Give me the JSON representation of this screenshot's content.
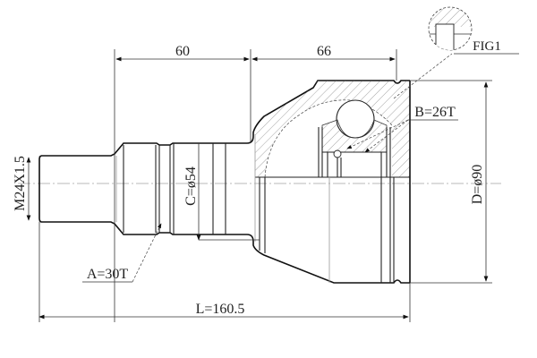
{
  "drawing": {
    "title": "CV joint outer dimension drawing",
    "detail_label": "FIG1",
    "dimensions": {
      "stem_length": "60",
      "bell_length": "66",
      "thread": "M24X1.5",
      "collar_diameter": "C=ø54",
      "outer_diameter": "D=ø90",
      "total_length": "L=160.5",
      "outer_spline": "A=30T",
      "inner_spline": "B=26T"
    },
    "colors": {
      "line": "#222222",
      "background": "#ffffff"
    }
  }
}
